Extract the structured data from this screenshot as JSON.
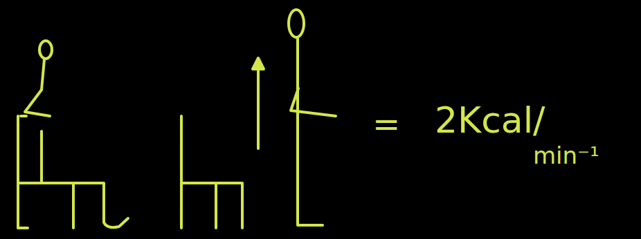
{
  "diagram": {
    "labels": [
      "=",
      "2Kcal/",
      "min⁻¹"
    ]
  }
}
